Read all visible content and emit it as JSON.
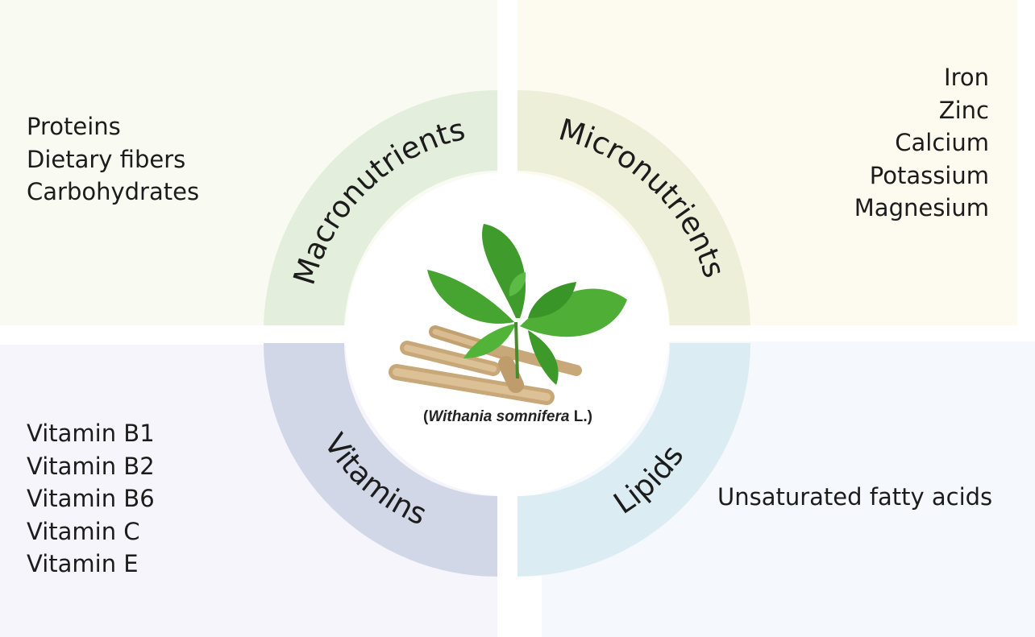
{
  "center": {
    "caption_open": "(",
    "caption_species": "Withania somnifera",
    "caption_authority": " L.)",
    "image_icon": "ashwagandha-plant-icon"
  },
  "sections": {
    "macronutrients": {
      "label": "Macronutrients",
      "color": "#e3eedc",
      "items": [
        "Proteins",
        "Dietary fibers",
        "Carbohydrates"
      ]
    },
    "micronutrients": {
      "label": "Micronutrients",
      "color": "#eeefd9",
      "items": [
        "Iron",
        "Zinc",
        "Calcium",
        "Potassium",
        "Magnesium"
      ]
    },
    "vitamins": {
      "label": "Vitamins",
      "color": "#d2d7e7",
      "items": [
        "Vitamin B1",
        "Vitamin B2",
        "Vitamin B6",
        "Vitamin C",
        "Vitamin E"
      ]
    },
    "lipids": {
      "label": "Lipids",
      "color": "#dbedf3",
      "items": [
        "Unsaturated fatty acids"
      ]
    }
  }
}
